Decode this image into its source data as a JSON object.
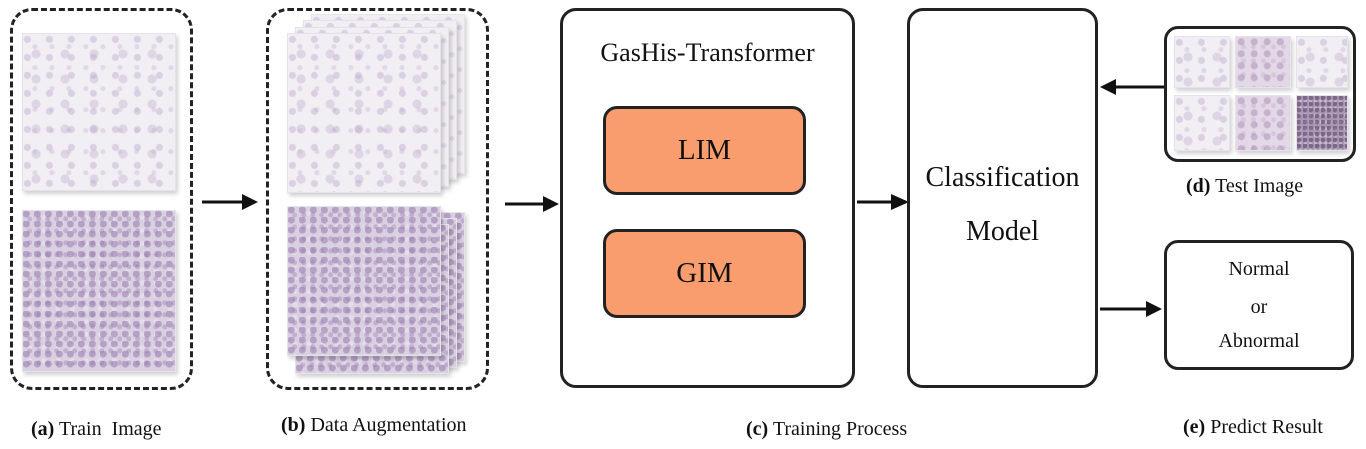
{
  "panels": {
    "train": {
      "tag": "(a)",
      "label": "Train  Image"
    },
    "augmentation": {
      "tag": "(b)",
      "label": "Data Augmentation"
    },
    "training": {
      "tag": "(c)",
      "label": "Training Process",
      "model_title": "GasHis-Transformer",
      "modules": [
        "LIM",
        "GIM"
      ]
    },
    "classification": {
      "line1": "Classification",
      "line2": "Model"
    },
    "test": {
      "tag": "(d)",
      "label": "Test Image"
    },
    "predict": {
      "tag": "(e)",
      "label": "Predict Result",
      "lines": [
        "Normal",
        "or",
        "Abnormal"
      ]
    }
  },
  "colors": {
    "module_fill": "#f99d6f",
    "stroke": "#222222",
    "tissue": "#d9d0e2"
  }
}
